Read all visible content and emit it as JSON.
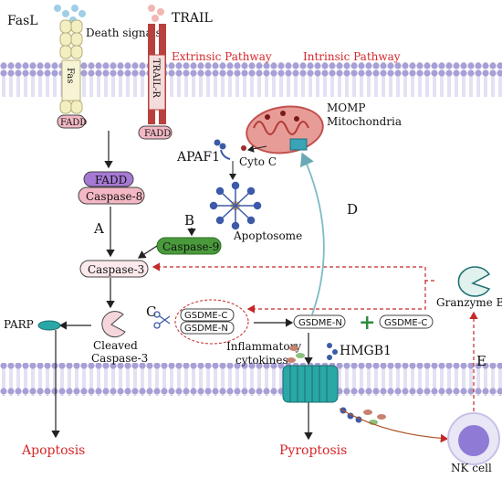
{
  "labels": {
    "fasl": "FasL",
    "death_signals": "Death signals",
    "trail": "TRAIL",
    "extrinsic": "Extrinsic Pathway",
    "intrinsic": "Intrinsic Pathway",
    "fas": "Fas",
    "trail_r": "TRAIL-R",
    "fadd": "FADD",
    "momp": "MOMP",
    "mitochondria": "Mitochondria",
    "apaf1": "APAF1",
    "cyto_c": "Cyto C",
    "caspase8": "Caspase-8",
    "apoptosome": "Apoptosome",
    "caspase9": "Caspase-9",
    "caspase3": "Caspase-3",
    "parp": "PARP",
    "cleaved": "Cleaved",
    "cleaved_caspase3": "Caspase-3",
    "gsdme_c": "GSDME-C",
    "gsdme_n": "GSDME-N",
    "plus": "+",
    "granzyme_b": "Granzyme B",
    "inflammatory": "Inflammatory",
    "cytokines": "cytokines",
    "hmgb1": "HMGB1",
    "apoptosis": "Apoptosis",
    "pyroptosis": "Pyroptosis",
    "nk_cell": "NK cell"
  },
  "letters": {
    "a": "A",
    "b": "B",
    "c": "C",
    "d": "D",
    "e": "E"
  },
  "colors": {
    "membrane_head": "#a7a0d6",
    "membrane_tail": "#c9c3ea",
    "receptor_red": "#b9413d",
    "fadd_fill": "#f3b8c4",
    "fadd_purple": "#a679d4",
    "caspase9_green": "#4a9a3c",
    "text_red": "#d6262a",
    "arrow_red": "#c62828",
    "arrow_teal": "#7cbcc6",
    "pore_teal": "#2aa7a7",
    "nk_purple": "#8f7ad6"
  }
}
